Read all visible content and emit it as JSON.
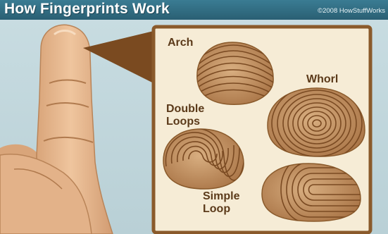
{
  "header": {
    "title": "How Fingerprints Work",
    "credit": "©2008 HowStuffWorks"
  },
  "patterns": {
    "arch": "Arch",
    "whorl": "Whorl",
    "double_loops": "Double\nLoops",
    "simple_loop": "Simple\nLoop"
  },
  "colors": {
    "background": "#c6dce1",
    "header_bar": "#2f6b80",
    "panel_fill": "#f6ecd6",
    "panel_border": "#8a5a2b",
    "skin": "#e8b98f",
    "print_ink": "#8a5a2b"
  },
  "icons": [
    "finger-illustration",
    "arch-fingerprint-icon",
    "whorl-fingerprint-icon",
    "double-loop-fingerprint-icon",
    "simple-loop-fingerprint-icon"
  ]
}
